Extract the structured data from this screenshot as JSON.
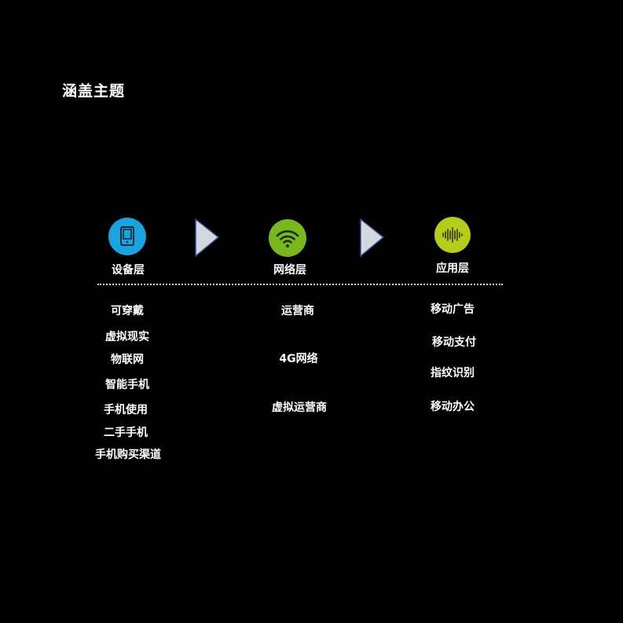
{
  "title": "涵盖主题",
  "colors": {
    "background": "#000000",
    "device": "#1aa3df",
    "network": "#79b81d",
    "application": "#b5cc18",
    "arrow_fill": "#d4d7df",
    "arrow_stroke": "#2f4a8a"
  },
  "layers": [
    {
      "label": "设备层",
      "icon": "tablet-icon",
      "items": [
        "可穿戴",
        "虚拟现实",
        "物联网",
        "智能手机",
        "手机使用",
        "二手手机",
        "手机购买渠道"
      ]
    },
    {
      "label": "网络层",
      "icon": "wifi-icon",
      "items": [
        "运营商",
        "4G网络",
        "虚拟运营商"
      ]
    },
    {
      "label": "应用层",
      "icon": "sound-wave-icon",
      "items": [
        "移动广告",
        "移动支付",
        "指纹识别",
        "移动办公"
      ]
    }
  ]
}
